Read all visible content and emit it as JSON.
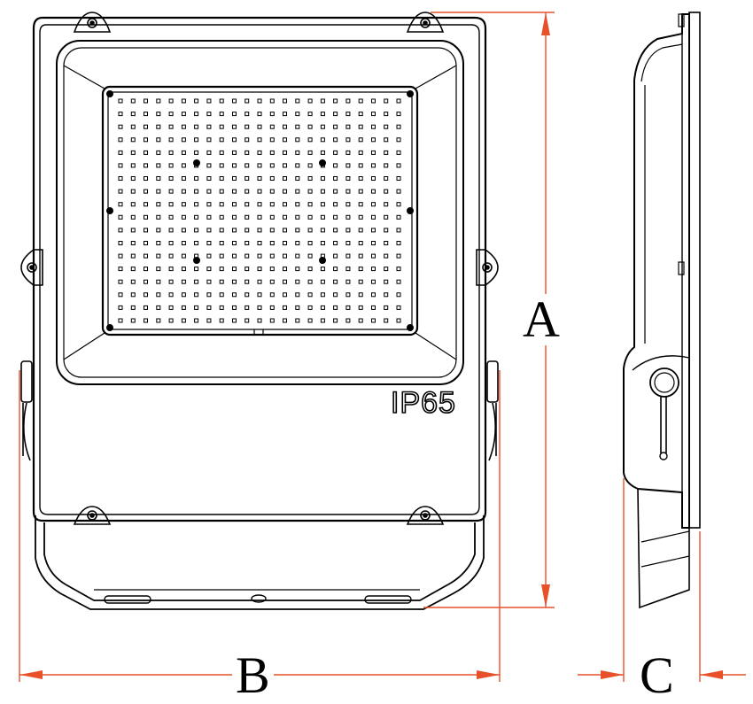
{
  "rating_mark": "IP65",
  "dimensions": {
    "height_label": "A",
    "width_label": "B",
    "depth_label": "C"
  },
  "colors": {
    "outline": "#000000",
    "dimension_line": "#e8502a",
    "background": "#ffffff"
  },
  "led_grid": {
    "rows": 18,
    "cols": 23
  }
}
